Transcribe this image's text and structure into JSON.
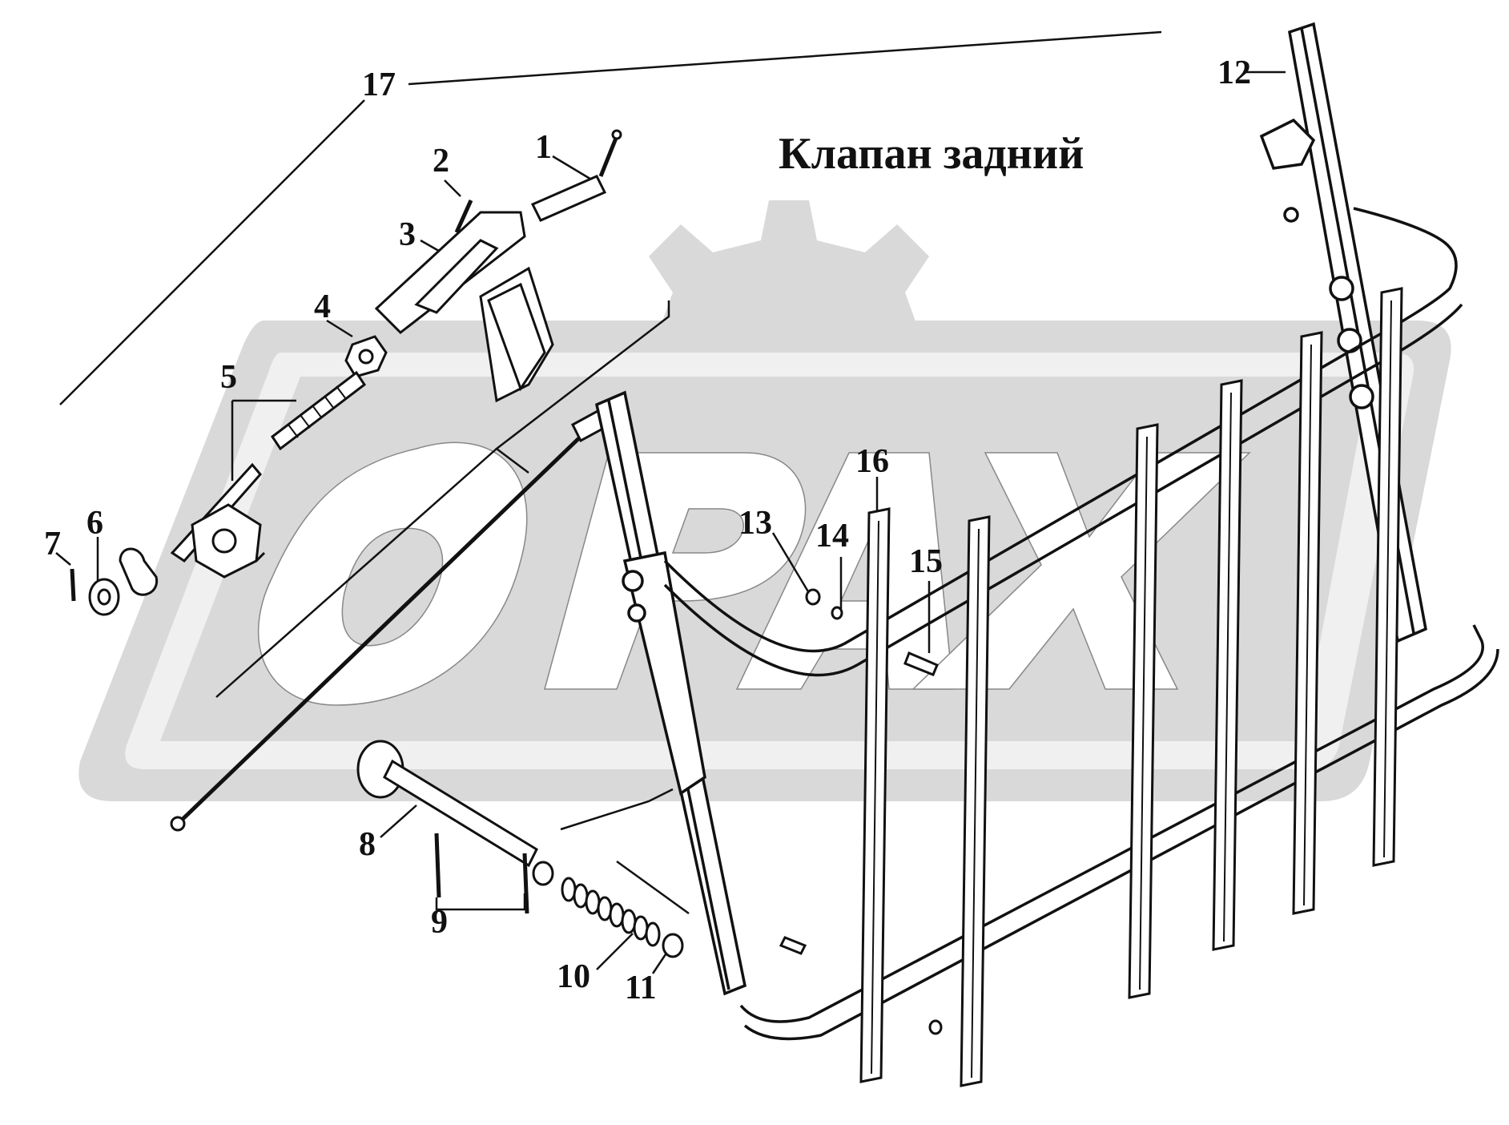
{
  "title": "Клапан задний",
  "watermark": {
    "text": "ORAX",
    "color": "#d9d9d9"
  },
  "colors": {
    "line": "#111111",
    "background": "#ffffff"
  },
  "callouts": [
    {
      "id": "1",
      "label": "1"
    },
    {
      "id": "2",
      "label": "2"
    },
    {
      "id": "3",
      "label": "3"
    },
    {
      "id": "4",
      "label": "4"
    },
    {
      "id": "5",
      "label": "5"
    },
    {
      "id": "6",
      "label": "6"
    },
    {
      "id": "7",
      "label": "7"
    },
    {
      "id": "8",
      "label": "8"
    },
    {
      "id": "9",
      "label": "9"
    },
    {
      "id": "10",
      "label": "10"
    },
    {
      "id": "11",
      "label": "11"
    },
    {
      "id": "12",
      "label": "12"
    },
    {
      "id": "13",
      "label": "13"
    },
    {
      "id": "14",
      "label": "14"
    },
    {
      "id": "15",
      "label": "15"
    },
    {
      "id": "16",
      "label": "16"
    },
    {
      "id": "17",
      "label": "17"
    }
  ]
}
